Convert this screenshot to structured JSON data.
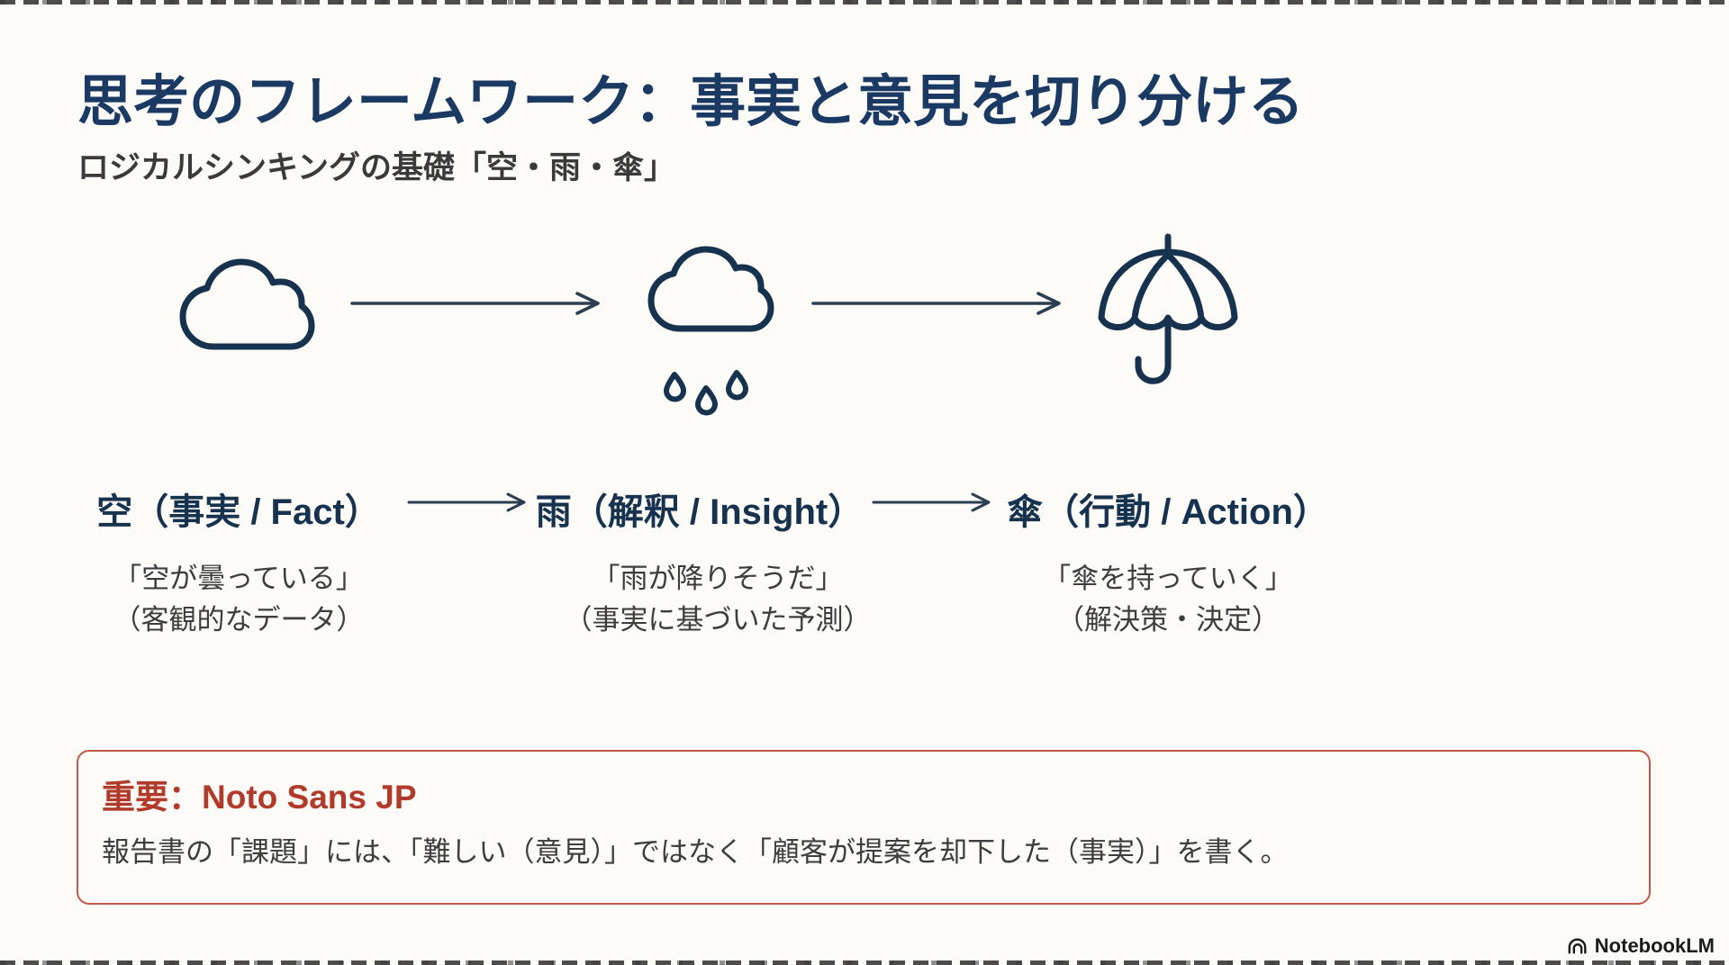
{
  "slide": {
    "title": "思考のフレームワーク：事実と意見を切り分ける",
    "subtitle": "ロジカルシンキングの基礎「空・雨・傘」",
    "steps": [
      {
        "icon": "cloud-icon",
        "label": "空（事実 / Fact）",
        "quote": "「空が曇っている」",
        "note": "（客観的なデータ）"
      },
      {
        "icon": "rain-cloud-icon",
        "label": "雨（解釈 / Insight）",
        "quote": "「雨が降りそうだ」",
        "note": "（事実に基づいた予測）"
      },
      {
        "icon": "umbrella-icon",
        "label": "傘（行動 / Action）",
        "quote": "「傘を持っていく」",
        "note": "（解決策・決定）"
      }
    ],
    "callout": {
      "heading": "重要：Noto Sans JP",
      "body": "報告書の「課題」には、「難しい（意見）」ではなく「顧客が提案を却下した（事実）」を書く。"
    },
    "footer": {
      "brand": "NotebookLM"
    },
    "colors": {
      "navy_title": "#1a3a63",
      "navy_icon": "#16324f",
      "arrow": "#2b3e52",
      "red_heading": "#b23a2a",
      "red_border": "#c25848",
      "body_text": "#3d3d3d",
      "background": "#fcfbf8"
    }
  }
}
